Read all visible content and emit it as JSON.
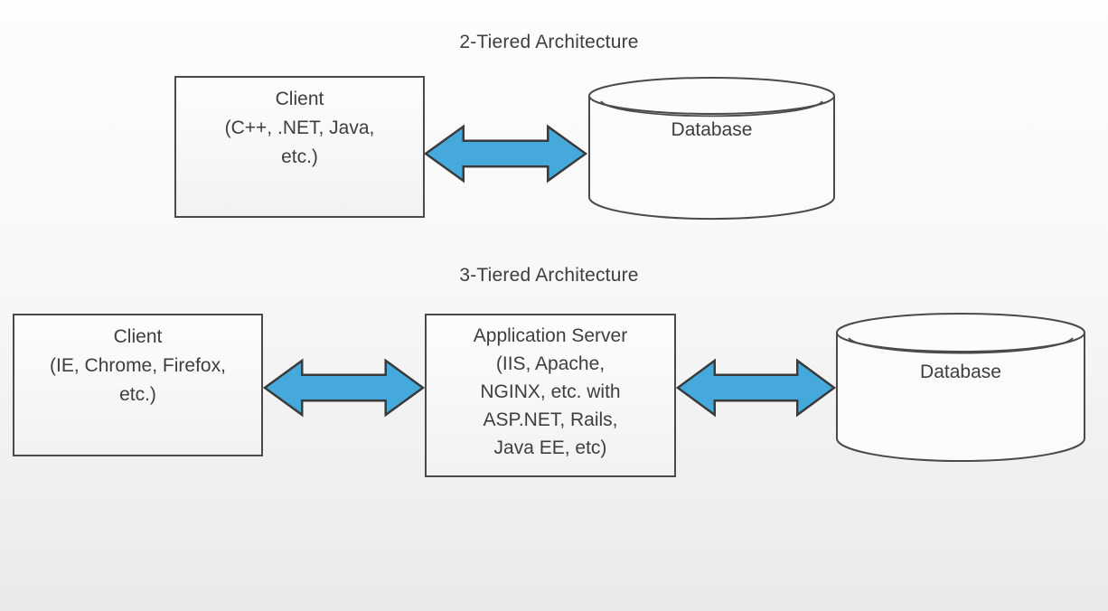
{
  "two_tier": {
    "title": "2-Tiered Architecture",
    "client_label": "Client\n(C++, .NET, Java,\netc.)",
    "database_label": "Database"
  },
  "three_tier": {
    "title": "3-Tiered Architecture",
    "client_label": "Client\n(IE, Chrome, Firefox,\netc.)",
    "app_server_label": "Application Server\n(IIS, Apache,\nNGINX, etc. with\nASP.NET, Rails,\nJava EE, etc)",
    "database_label": "Database"
  },
  "colors": {
    "arrow_fill": "#45A9DC",
    "arrow_outline": "#3A3A3A",
    "shape_border": "#4A4A4A",
    "text": "#3E3E3E",
    "background_top": "#FDFDFD",
    "background_bottom": "#ECECEC",
    "footer_strip": "#E9E9E9"
  }
}
